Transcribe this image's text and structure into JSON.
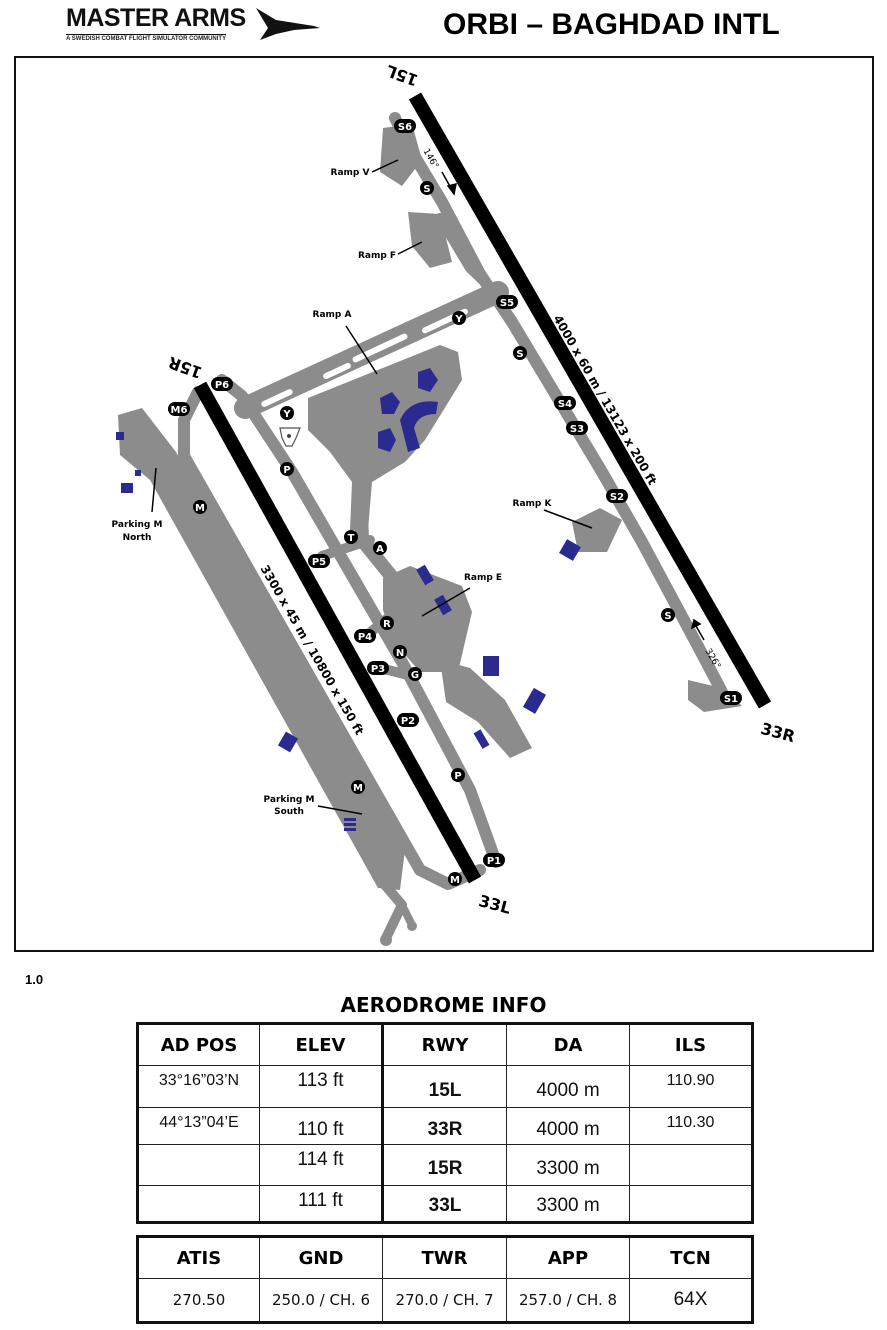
{
  "header": {
    "logo_text": "MASTER ARMS",
    "logo_subtitle": "A SWEDISH COMBAT FLIGHT SIMULATOR COMMUNITY",
    "title": "ORBI – BAGHDAD INTL"
  },
  "map": {
    "runways": {
      "r15L": "15L",
      "r33R": "33R",
      "r15R": "15R",
      "r33L": "33L",
      "dim_15L": "4000 x 60 m / 13123 x 200 ft",
      "dim_15R": "3300 x 45 m / 10800 x 150 ft",
      "hdg_146": "146°",
      "hdg_326": "326°"
    },
    "ramps": {
      "ramp_v": "Ramp V",
      "ramp_f": "Ramp F",
      "ramp_a": "Ramp A",
      "ramp_k": "Ramp K",
      "ramp_e": "Ramp E",
      "parking_m_north_1": "Parking M",
      "parking_m_north_2": "North",
      "parking_m_south_1": "Parking M",
      "parking_m_south_2": "South"
    },
    "taxi_labels": [
      "S6",
      "S",
      "S5",
      "Y",
      "S",
      "S4",
      "S3",
      "S2",
      "S",
      "S1",
      "P6",
      "M6",
      "Y",
      "P",
      "M",
      "T",
      "A",
      "P5",
      "R",
      "P4",
      "N",
      "P3",
      "G",
      "P2",
      "P",
      "M",
      "P1",
      "M"
    ],
    "colors": {
      "pavement": "#8c8c8c",
      "building": "#2b2b8f",
      "runway": "#000000"
    }
  },
  "version": "1.0",
  "aerodrome": {
    "title": "AERODROME INFO",
    "headers": [
      "AD POS",
      "ELEV",
      "RWY",
      "DA",
      "ILS"
    ],
    "rows": [
      [
        "33°16”03’N",
        "113 ft",
        "15L",
        "4000 m",
        "110.90"
      ],
      [
        "44°13”04’E",
        "110 ft",
        "33R",
        "4000 m",
        "110.30"
      ],
      [
        "",
        "114 ft",
        "15R",
        "3300 m",
        ""
      ],
      [
        "",
        "111 ft",
        "33L",
        "3300 m",
        ""
      ]
    ],
    "freq_headers": [
      "ATIS",
      "GND",
      "TWR",
      "APP",
      "TCN"
    ],
    "freq_values": [
      "270.50",
      "250.0 / CH. 6",
      "270.0 / CH. 7",
      "257.0 / CH. 8",
      "64X"
    ]
  }
}
